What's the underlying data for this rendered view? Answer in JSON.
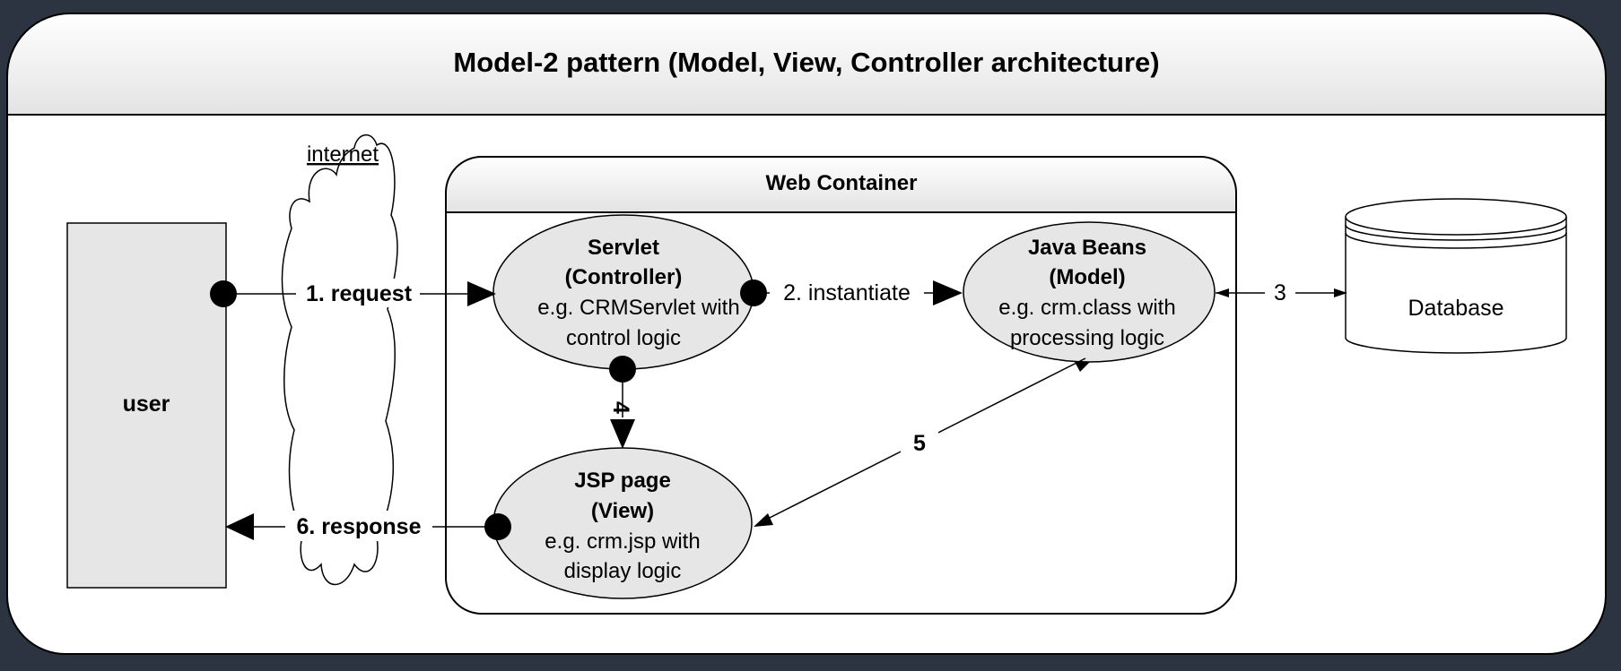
{
  "diagram": {
    "title": "Model-2 pattern (Model, View, Controller architecture)",
    "internet_label": "internet",
    "user_label": "user",
    "web_container_label": "Web Container",
    "database_label": "Database",
    "servlet": {
      "line1": "Servlet",
      "line2": "(Controller)",
      "line3": "e.g. CRMServlet with",
      "line4": "control logic"
    },
    "beans": {
      "line1": "Java Beans",
      "line2": "(Model)",
      "line3": "e.g. crm.class with",
      "line4": "processing logic"
    },
    "jsp": {
      "line1": "JSP page",
      "line2": "(View)",
      "line3": "e.g. crm.jsp with",
      "line4": "display logic"
    },
    "arrows": {
      "request": "1. request",
      "instantiate": "2. instantiate",
      "db": "3",
      "forward": "4",
      "access": "5",
      "response": "6. response"
    },
    "colors": {
      "node_fill": "#e6e6e6",
      "line": "#000000",
      "background": "#ffffff",
      "frame": "#2b3440"
    }
  }
}
